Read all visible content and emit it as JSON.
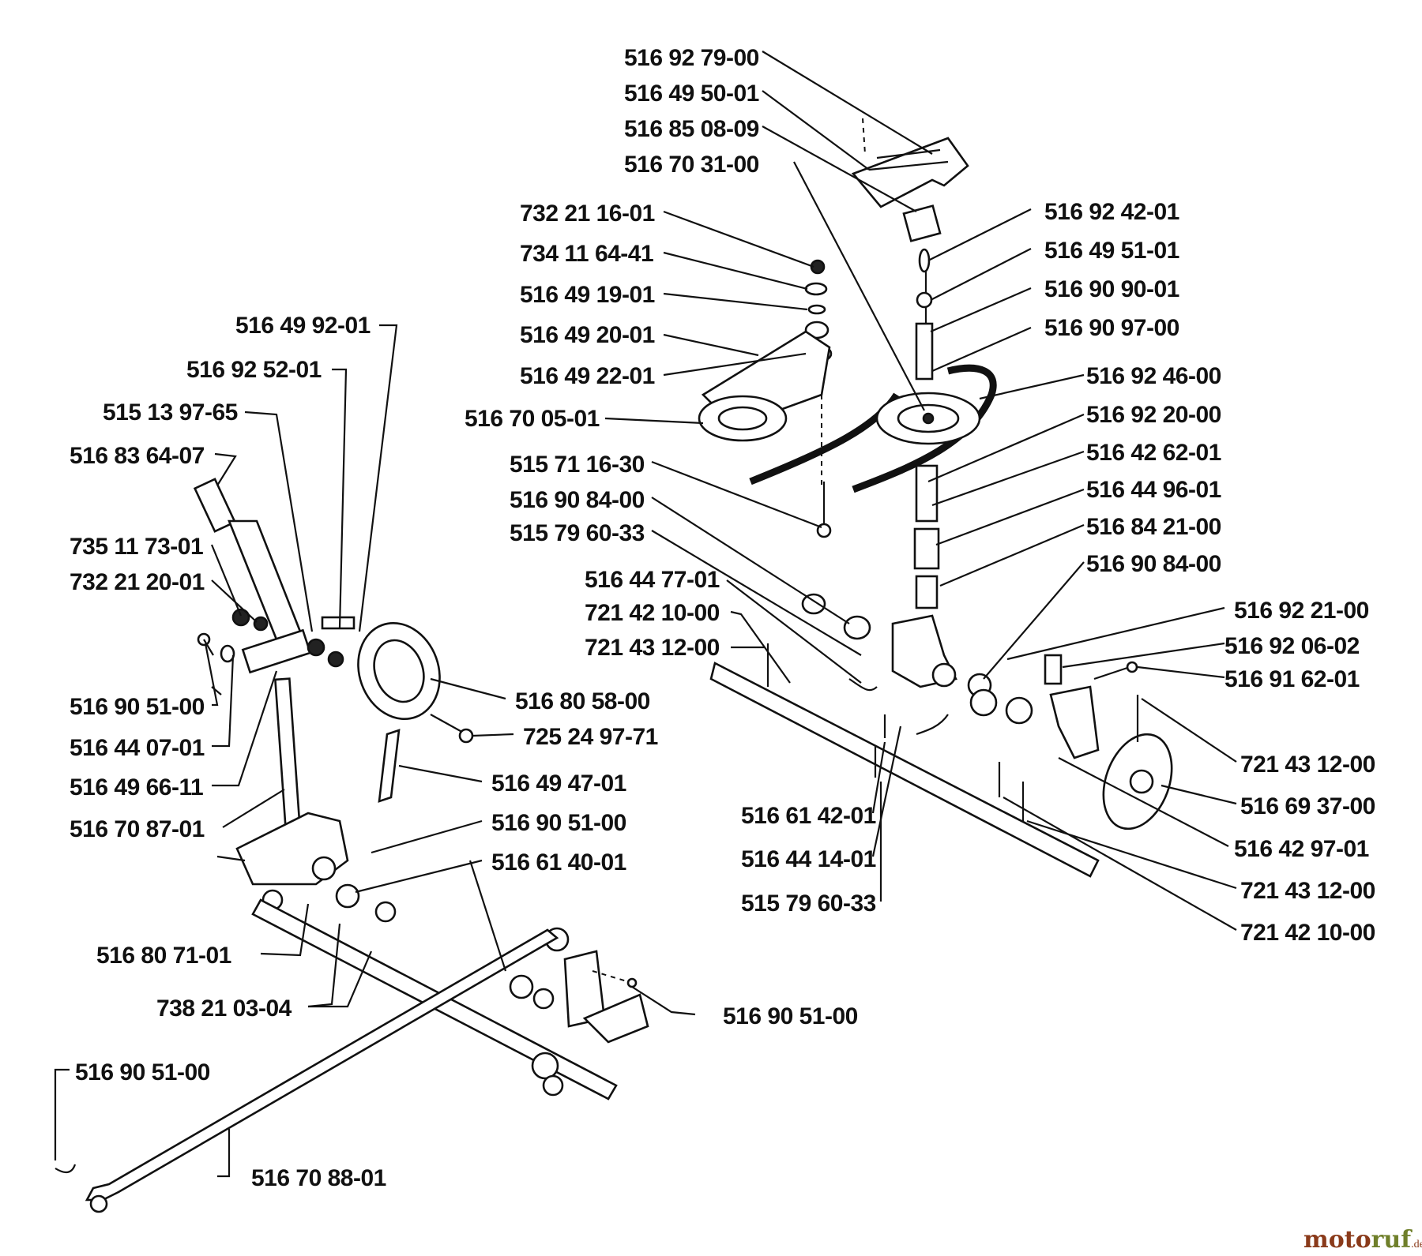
{
  "labels": {
    "l01": "516 92 79-00",
    "l02": "516 49 50-01",
    "l03": "516 85 08-09",
    "l04": "516 70 31-00",
    "l05": "732 21 16-01",
    "l06": "734 11 64-41",
    "l07": "516 49 19-01",
    "l08": "516 49 20-01",
    "l09": "516 49 22-01",
    "l10": "516 70 05-01",
    "l11": "515 71 16-30",
    "l12": "516 90 84-00",
    "l13": "515 79 60-33",
    "l14": "516 44 77-01",
    "l15": "721 42 10-00",
    "l16": "721 43 12-00",
    "l17": "516 92 42-01",
    "l18": "516 49 51-01",
    "l19": "516 90 90-01",
    "l20": "516 90 97-00",
    "l21": "516 92 46-00",
    "l22": "516 92 20-00",
    "l23": "516 42 62-01",
    "l24": "516 44 96-01",
    "l25": "516 84 21-00",
    "l26": "516 90 84-00",
    "l27": "516 92 21-00",
    "l28": "516 92 06-02",
    "l29": "516 91 62-01",
    "l30": "721 43 12-00",
    "l31": "516 69 37-00",
    "l32": "516 42 97-01",
    "l33": "721 43 12-00",
    "l34": "721 42 10-00",
    "l35": "516 61 42-01",
    "l36": "516 44 14-01",
    "l37": "515 79 60-33",
    "l38": "516 49 92-01",
    "l39": "516 92 52-01",
    "l40": "515 13 97-65",
    "l41": "516 83 64-07",
    "l42": "735 11 73-01",
    "l43": "732 21 20-01",
    "l44": "516 90 51-00",
    "l45": "516 44 07-01",
    "l46": "516 49 66-11",
    "l47": "516 70 87-01",
    "l48": "516 80 58-00",
    "l49": "725 24 97-71",
    "l50": "516 49 47-01",
    "l51": "516 90 51-00",
    "l52": "516 61 40-01",
    "l53": "516 80 71-01",
    "l54": "738 21 03-04",
    "l55": "516 90 51-00",
    "l56": "516 90 51-00",
    "l57": "516 70 88-01"
  },
  "watermark": {
    "part1": "moto",
    "part2": "ruf",
    "part3": ".de"
  },
  "colors": {
    "ink": "#111111",
    "background": "#ffffff",
    "logo_primary": "#8a3a1a",
    "logo_secondary": "#6f7f2a"
  }
}
